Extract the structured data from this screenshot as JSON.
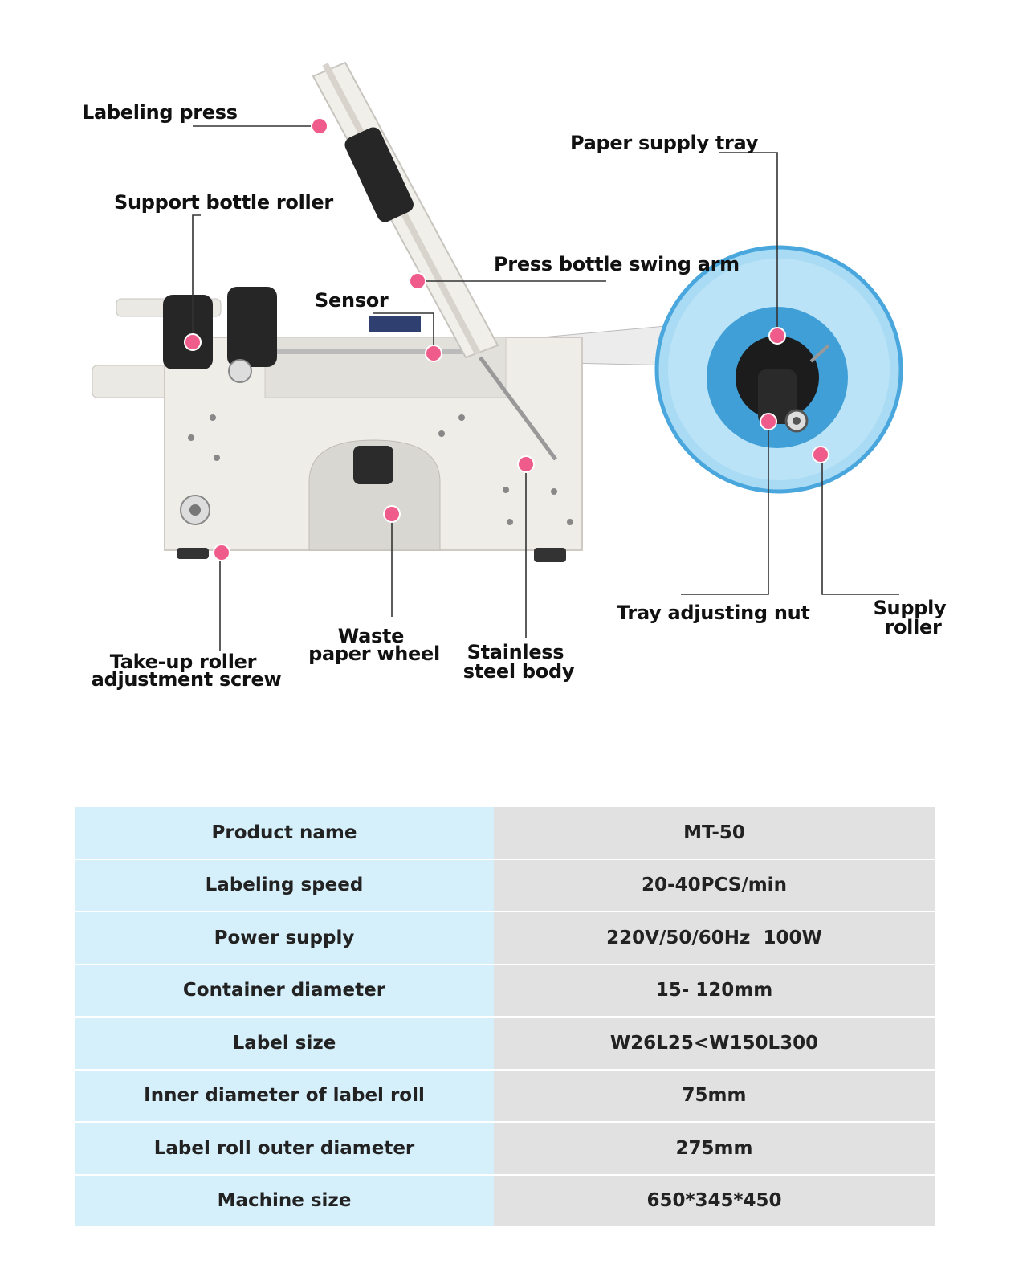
{
  "labels": {
    "labeling_press": "Labeling press",
    "support_bottle_roller": "Support bottle roller",
    "sensor": "Sensor",
    "press_bottle_swing_arm": "Press bottle swing arm",
    "paper_supply_tray": "Paper supply tray",
    "tray_adjusting_nut": "Tray adjusting nut",
    "supply_roller": [
      "Supply",
      "roller"
    ],
    "take_up_roller_adjustment_screw": [
      "Take-up roller",
      "adjustment screw"
    ],
    "waste_paper_wheel": [
      "Waste",
      "paper wheel"
    ],
    "stainless_steel_body": [
      "Stainless",
      "steel body"
    ]
  },
  "specs": [
    {
      "param": "Product name",
      "value": "MT-50"
    },
    {
      "param": "Labeling speed",
      "value": "20-40PCS/min"
    },
    {
      "param": "Power supply",
      "value": "220V/50/60Hz  100W"
    },
    {
      "param": "Container diameter",
      "value": "15- 120mm"
    },
    {
      "param": "Label size",
      "value": "W26L25<W150L300"
    },
    {
      "param": "Inner diameter of label roll",
      "value": "75mm"
    },
    {
      "param": "Label roll outer diameter",
      "value": "275mm"
    },
    {
      "param": "Machine size",
      "value": "650*345*450"
    }
  ],
  "colors": {
    "marker": "#ef5b8a",
    "param_bg": "#d6f0fb",
    "value_bg": "#e1e1e1",
    "tray_blue": "#7cc3ec"
  }
}
